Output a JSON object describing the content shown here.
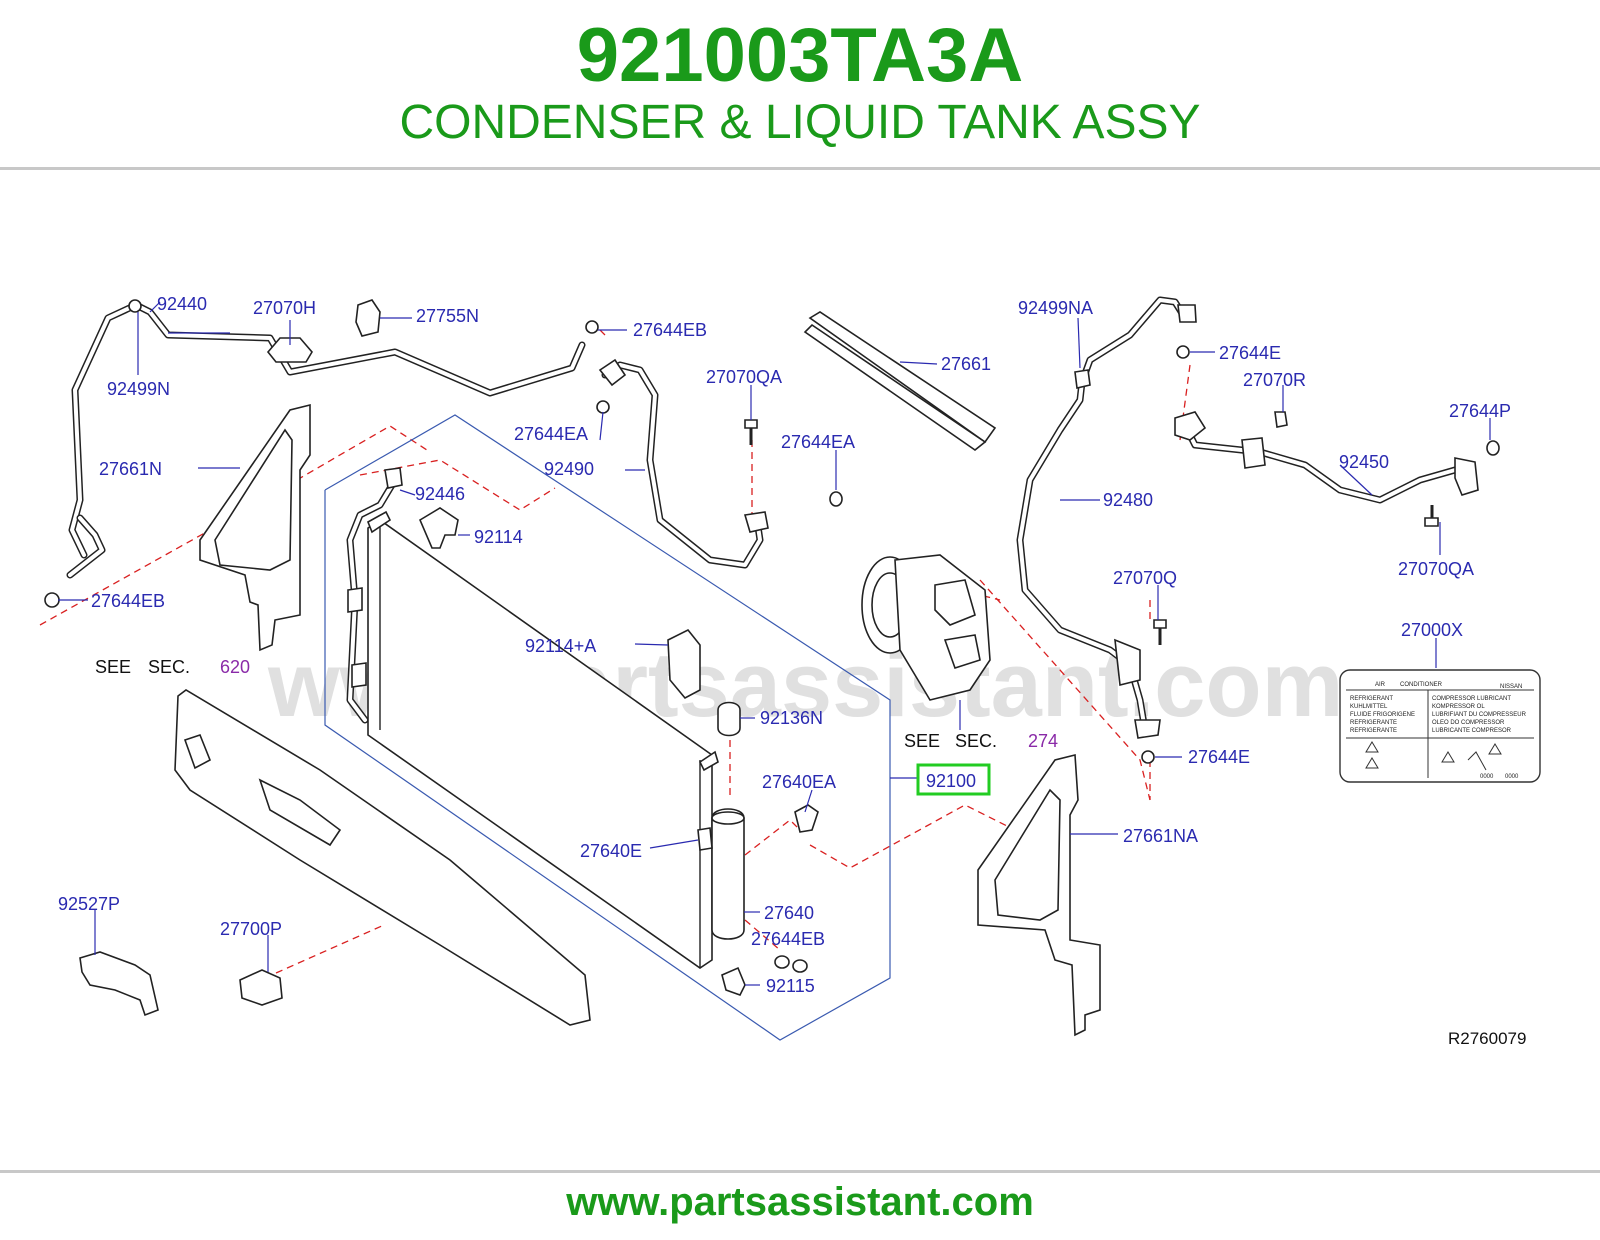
{
  "header": {
    "part_number": "921003TA3A",
    "part_name": "CONDENSER & LIQUID TANK ASSY"
  },
  "watermark": "www.partsassistant.com",
  "footer": {
    "url": "www.partsassistant.com"
  },
  "diagram": {
    "ref_code": "R2760079",
    "highlighted_part": "92100",
    "see_sec": [
      {
        "see": "SEE",
        "sec": "SEC.",
        "num": "620"
      },
      {
        "see": "SEE",
        "sec": "SEC.",
        "num": "274"
      }
    ],
    "labels": {
      "p92440": "92440",
      "p27070H": "27070H",
      "p27755N": "27755N",
      "p27644EB_top": "27644EB",
      "p27661": "27661",
      "p92499NA": "92499NA",
      "p27644E_top": "27644E",
      "p92499N": "92499N",
      "p27070QA_top": "27070QA",
      "p27070R": "27070R",
      "p27644P": "27644P",
      "p27644EA_left": "27644EA",
      "p27644EA_right": "27644EA",
      "p92450": "92450",
      "p27661N": "27661N",
      "p92490": "92490",
      "p92446": "92446",
      "p92480": "92480",
      "p92114": "92114",
      "p27070QA_right": "27070QA",
      "p27070Q": "27070Q",
      "p27644EB_left": "27644EB",
      "p27000X": "27000X",
      "p92114A": "92114+A",
      "p92136N": "92136N",
      "p27640EA": "27640EA",
      "p27644E_bottom": "27644E",
      "p27640E": "27640E",
      "p27661NA": "27661NA",
      "p92527P": "92527P",
      "p27640": "27640",
      "p27700P": "27700P",
      "p27644EB_bottom": "27644EB",
      "p92115": "92115"
    },
    "ac_label": {
      "title_left": "AIR",
      "title_mid": "CONDITIONER",
      "brand": "NISSAN",
      "left_lines": [
        "REFRIGERANT",
        "KUHLMITTEL",
        "FLUIDE   FRIGORIGENE",
        "REFRIGERANTE",
        "REFRIGERANTE"
      ],
      "right_lines": [
        "COMPRESSOR   LUBRICANT",
        "KOMPRESSOR   OL",
        "LUBRIFIANT   DU   COMPRESSEUR",
        "OLEO   DO   COMPRESSOR",
        "LUBRICANTE   COMPRESOR"
      ],
      "code_a": "0000",
      "code_b": "0000"
    },
    "colors": {
      "title_green": "#1a9a1a",
      "label_blue": "#2a2ab0",
      "section_purple": "#8a2aa8",
      "leader_red": "#d92020",
      "highlight_box": "#22cc22"
    }
  }
}
